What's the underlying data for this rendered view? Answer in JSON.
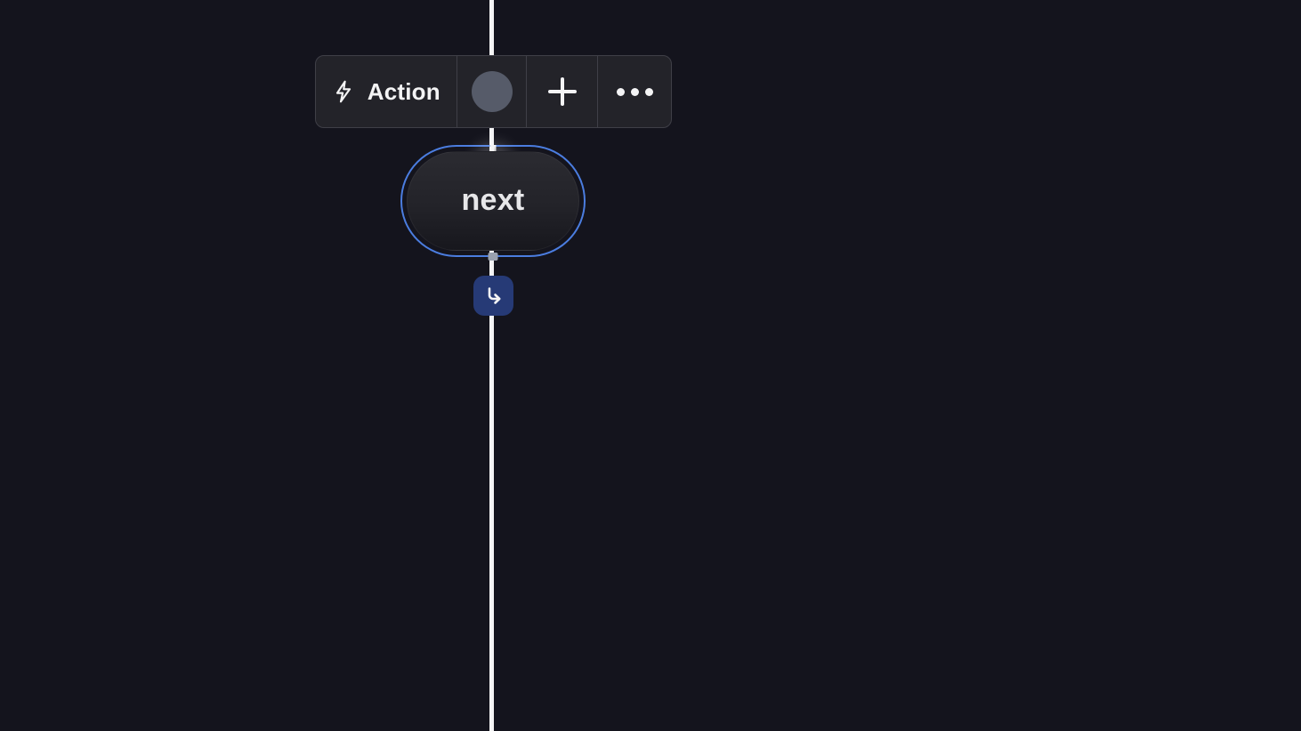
{
  "canvas": {
    "background_color": "#14141d",
    "connection_line_color": "#f4f4f5"
  },
  "toolbar": {
    "action_label": "Action",
    "icons": {
      "action_icon": "lightning-bolt-outline",
      "color_icon": "filled-gray-circle",
      "add_icon": "plus",
      "more_icon": "ellipsis-three-dots"
    },
    "colors": {
      "background": "#232329",
      "border": "#3f3f47",
      "circle_swatch": "#565b69"
    }
  },
  "node": {
    "label": "next",
    "border_color": "#4b7de0",
    "fill_top": "#2b2b31",
    "fill_bottom": "#17171d",
    "handle_color": "#99a0ae"
  },
  "branch_button": {
    "icon": "arrow-turn-down-right",
    "background": "#263a76"
  }
}
